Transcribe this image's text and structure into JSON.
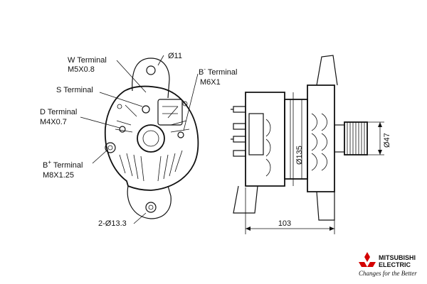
{
  "labels": {
    "w_terminal": "W Terminal",
    "w_thread": "M5X0.8",
    "s_terminal": "S Terminal",
    "d_terminal": "D Terminal",
    "d_thread": "M4X0.7",
    "b_plus_base": "B",
    "b_plus_sup": "+",
    "b_plus_rest": " Terminal",
    "b_plus_thread": "M8X1.25",
    "b_minus_base": "B",
    "b_minus_sup": "-",
    "b_minus_rest": " Terminal",
    "b_minus_thread": "M6X1",
    "hole_dia": "Ø11",
    "mount_holes": "2-Ø13.3",
    "body_dia": "Ø135",
    "pulley_dia": "Ø47",
    "length": "103"
  },
  "logo": {
    "brand_line1": "MITSUBISHI",
    "brand_line2": "ELECTRIC",
    "tagline": "Changes for the Better",
    "color": "#d40000"
  }
}
